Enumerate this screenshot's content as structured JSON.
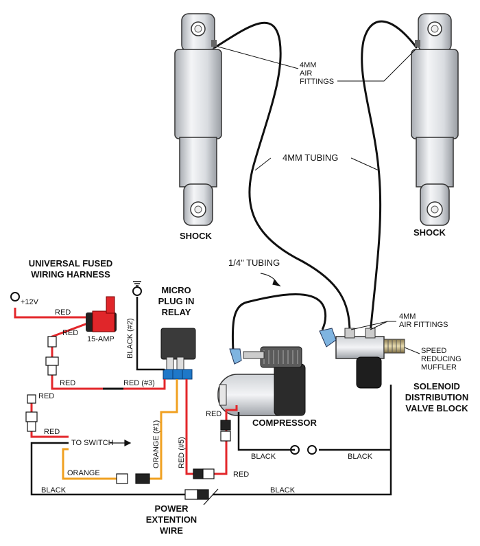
{
  "labels": {
    "shock_left": "SHOCK",
    "shock_right": "SHOCK",
    "air_fittings_top": [
      "4MM",
      "AIR",
      "FITTINGS"
    ],
    "tubing_4mm": "4MM TUBING",
    "tubing_quarter": "1/4\" TUBING",
    "harness_title": [
      "UNIVERSAL FUSED",
      "WIRING HARNESS"
    ],
    "plus12v": "+12V",
    "fuse": "15-AMP",
    "relay_title": [
      "MICRO",
      "PLUG IN",
      "RELAY"
    ],
    "black2": "BLACK (#2)",
    "air_fittings_valve": [
      "4MM",
      "AIR FITTINGS"
    ],
    "muffler": [
      "SPEED",
      "REDUCING",
      "MUFFLER"
    ],
    "compressor": "COMPRESSOR",
    "valve_block": [
      "SOLENOID",
      "DISTRIBUTION",
      "VALVE BLOCK"
    ],
    "red": "RED",
    "red3": "RED (#3)",
    "orange1": "ORANGE (#1)",
    "red5": "RED (#5)",
    "to_switch": "TO SWITCH",
    "orange": "ORANGE",
    "black": "BLACK",
    "power_ext": [
      "POWER",
      "EXTENTION",
      "WIRE"
    ]
  },
  "colors": {
    "red_wire": "#e3262a",
    "orange_wire": "#f0a020",
    "black_wire": "#111111",
    "relay_blue": "#1f78c8",
    "fuse_red": "#e0262a",
    "elbow_blue": "#7fb4e0"
  }
}
